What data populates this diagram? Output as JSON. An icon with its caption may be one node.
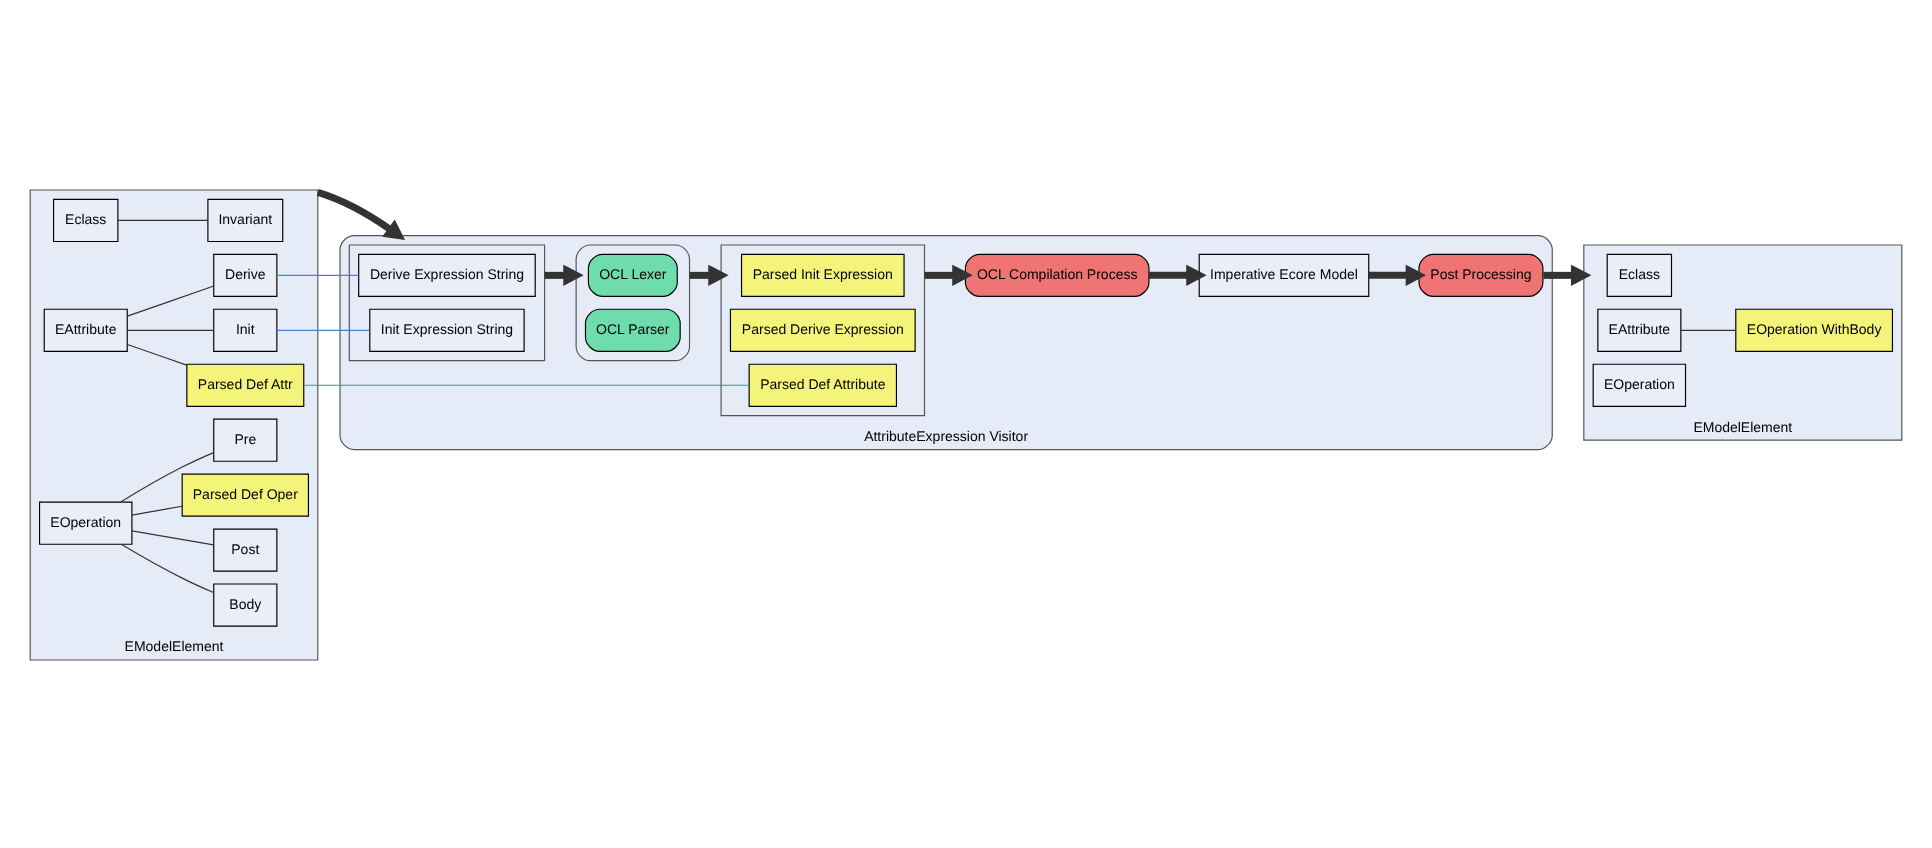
{
  "diagram": {
    "nodes": [
      {
        "text": [
          "EModelElement"
        ]
      },
      {
        "text": [
          "Eclass"
        ],
        "in": 0
      },
      {
        "text": [
          "Invariant"
        ],
        "in": 0
      },
      {
        "text": [
          "EAttribute"
        ],
        "in": 0
      },
      {
        "text": [
          "Derive"
        ],
        "in": 0
      },
      {
        "text": [
          "Init"
        ],
        "in": 0
      },
      {
        "text": [
          "Parsed Def Attr"
        ],
        "in": 0
      },
      {
        "text": [
          "EOperation"
        ],
        "in": 0
      },
      {
        "text": [
          "Pre"
        ],
        "in": 0
      },
      {
        "text": [
          "Body"
        ],
        "in": 0
      },
      {
        "text": [
          "Post"
        ],
        "in": 0
      },
      {
        "text": [
          "Parsed Def Oper"
        ],
        "in": 0
      },
      {
        "text": [
          "AttributeExpression Visitor"
        ]
      },
      {
        "text": [],
        "shape": "box",
        "in": 12
      },
      {
        "text": [
          "Derive Expression String"
        ],
        "in": 13
      },
      {
        "text": [
          "Init Expression String"
        ],
        "in": 13
      },
      {
        "text": [],
        "shape": "box",
        "in": 12
      },
      {
        "text": [
          "OCL Lexer"
        ],
        "in": 16
      },
      {
        "text": [
          "OCL Parser"
        ],
        "in": 16
      },
      {
        "text": [],
        "shape": "box",
        "in": 12
      },
      {
        "text": [
          "Parsed Init Expression"
        ],
        "in": 19
      },
      {
        "text": [
          "Parsed Derive Expression"
        ],
        "in": 19
      },
      {
        "text": [
          "Parsed Def Attribute"
        ],
        "in": 19
      },
      {
        "text": [
          "Post Processing"
        ],
        "in": 12
      },
      {
        "text": [
          "Imperative Ecore Model"
        ],
        "in": 12
      },
      {
        "text": [
          "OCL Compilation Process"
        ],
        "in": 12
      },
      {
        "text": [
          "EModelElement"
        ]
      },
      {
        "text": [
          "Eclass"
        ],
        "in": 26
      },
      {
        "text": [
          "EAttribute"
        ],
        "in": 26
      },
      {
        "text": [
          "EOperation WithBody"
        ],
        "in": 26
      },
      {
        "text": [
          "EOperation"
        ],
        "in": 26
      }
    ],
    "edges": [
      {
        "from": 1,
        "to": 2,
        "arrow": "none"
      },
      {
        "from": 3,
        "to": 4,
        "arrow": "none"
      },
      {
        "from": 3,
        "to": 5,
        "arrow": "none"
      },
      {
        "from": 3,
        "to": 6,
        "arrow": "none"
      },
      {
        "from": 7,
        "to": 8,
        "arrow": "none"
      },
      {
        "from": 7,
        "to": 9,
        "arrow": "none"
      },
      {
        "from": 7,
        "to": 10,
        "arrow": "none"
      },
      {
        "from": 7,
        "to": 11,
        "arrow": "none"
      },
      {
        "from": 4,
        "to": 14,
        "arrow": "none",
        "color": "#4a7fd0"
      },
      {
        "from": 5,
        "to": 15,
        "arrow": "none",
        "color": "#4a7fd0"
      },
      {
        "from": 6,
        "to": 22,
        "arrow": "none",
        "color": "#4a7fd0"
      },
      {
        "from": 0,
        "to": 12,
        "arrow": "to",
        "style": "thick"
      },
      {
        "from": 13,
        "to": 16,
        "arrow": "to",
        "style": "thick"
      },
      {
        "from": 16,
        "to": 19,
        "arrow": "to",
        "style": "thick"
      },
      {
        "from": 19,
        "to": 25,
        "arrow": "to",
        "style": "thick"
      },
      {
        "from": 25,
        "to": 24,
        "arrow": "to",
        "style": "thick"
      },
      {
        "from": 24,
        "to": 23,
        "arrow": "to",
        "style": "thick"
      },
      {
        "from": 23,
        "to": 26,
        "arrow": "to",
        "style": "thick"
      },
      {
        "from": 28,
        "to": 29,
        "arrow": "none"
      }
    ]
  }
}
